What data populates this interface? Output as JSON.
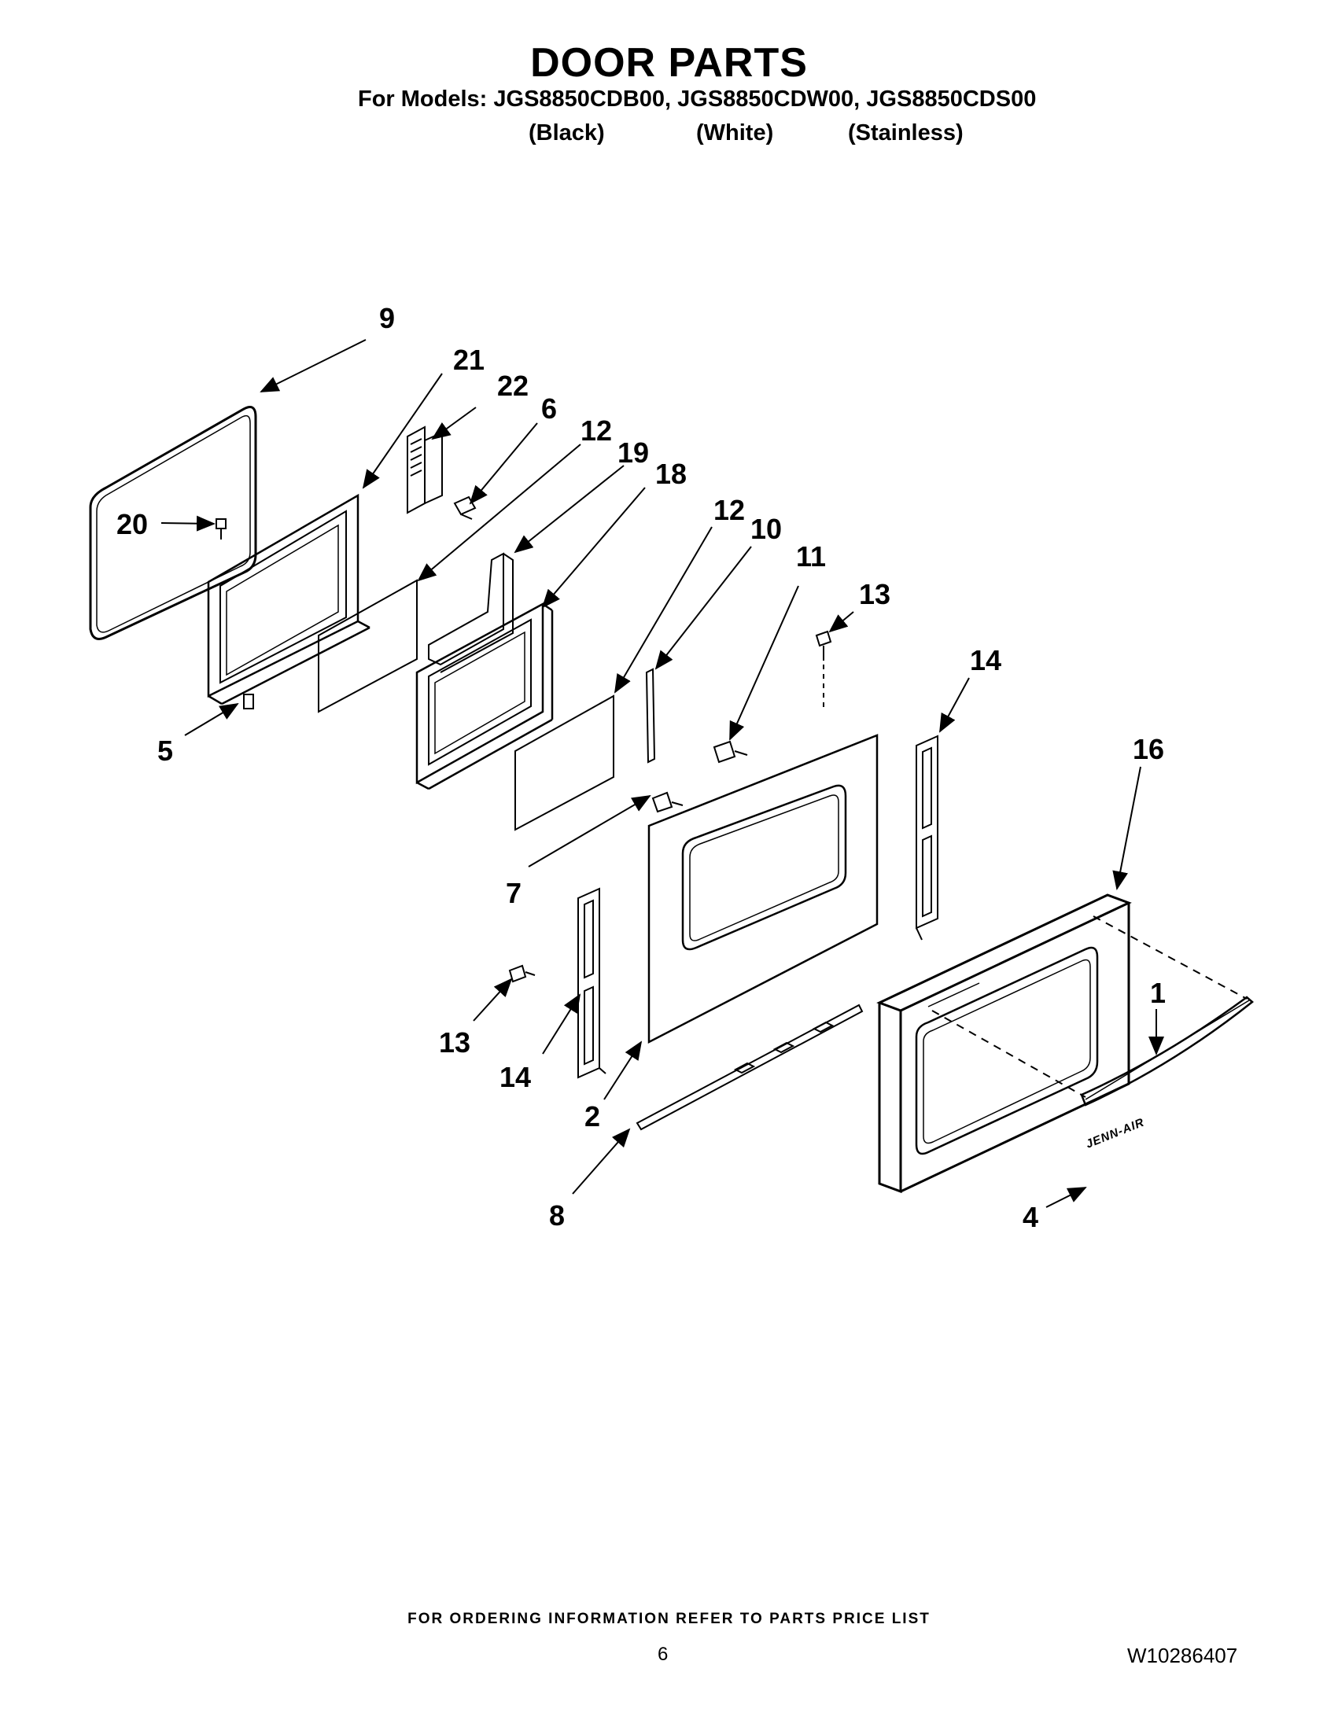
{
  "header": {
    "title": "DOOR PARTS",
    "models_line": "For Models: JGS8850CDB00, JGS8850CDW00, JGS8850CDS00",
    "variants": [
      "(Black)",
      "(White)",
      "(Stainless)"
    ]
  },
  "callouts": {
    "c9": "9",
    "c21": "21",
    "c22": "22",
    "c6": "6",
    "c12a": "12",
    "c19": "19",
    "c18": "18",
    "c20": "20",
    "c5": "5",
    "c12b": "12",
    "c10": "10",
    "c11": "11",
    "c13a": "13",
    "c14a": "14",
    "c16": "16",
    "c7": "7",
    "c13b": "13",
    "c14b": "14",
    "c2": "2",
    "c8": "8",
    "c1": "1",
    "c4": "4"
  },
  "logo": "JENN-AIR",
  "footer": {
    "note": "FOR ORDERING INFORMATION REFER TO PARTS PRICE LIST",
    "page_number": "6",
    "document_number": "W10286407"
  }
}
